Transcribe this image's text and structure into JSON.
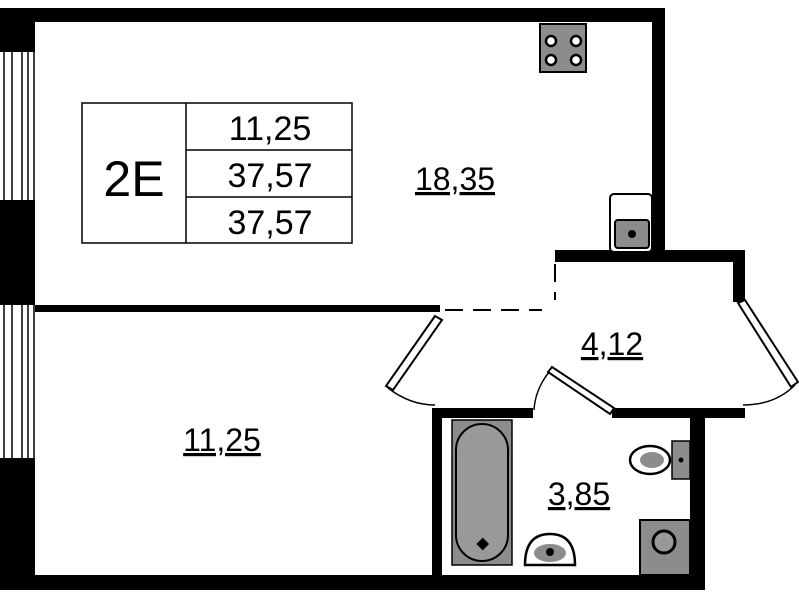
{
  "plan": {
    "apartment_code": "2E",
    "summary": [
      "11,25",
      "37,57",
      "37,57"
    ],
    "rooms": {
      "kitchen_living": "18,35",
      "bedroom": "11,25",
      "hallway": "4,12",
      "bathroom": "3,85"
    },
    "colors": {
      "wall": "#000000",
      "fixture": "#8c8c8c",
      "background": "#ffffff"
    }
  }
}
